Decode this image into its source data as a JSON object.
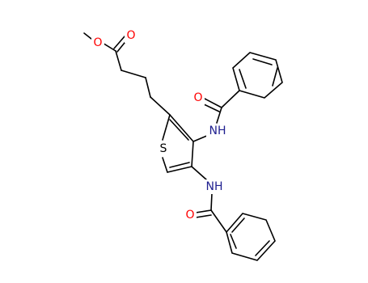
{
  "molecule": {
    "atom_labels": {
      "ester_o_methyl": "O",
      "ester_o_carbonyl": "O",
      "sulfur": "S",
      "amide_o_upper": "O",
      "amide_nh_upper": "NH",
      "amide_o_lower": "O",
      "amide_nh_lower": "NH"
    },
    "colors": {
      "oxygen": "#ff0000",
      "nitrogen": "#1f1f8f",
      "sulfur": "#000000",
      "bond": "#000000"
    }
  }
}
